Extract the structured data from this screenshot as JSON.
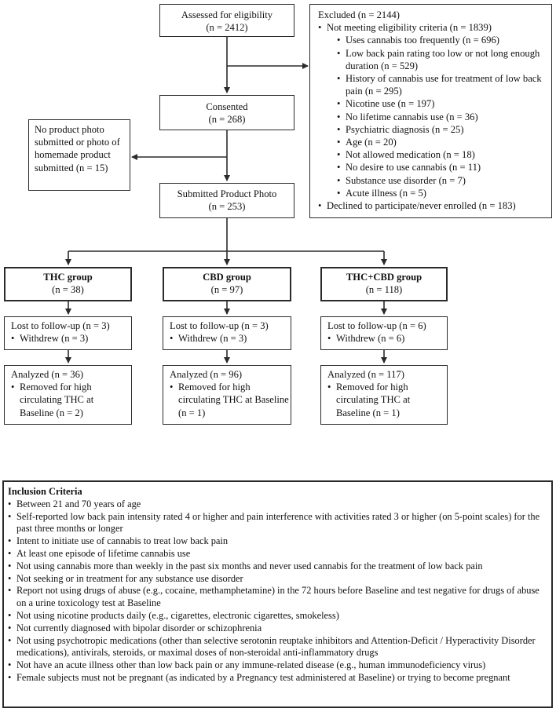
{
  "flow": {
    "assessed": {
      "title": "Assessed for eligibility",
      "count": "(n = 2412)"
    },
    "excluded": {
      "title": "Excluded (n = 2144)",
      "not_meeting": "Not meeting eligibility criteria (n = 1839)",
      "reasons": [
        "Uses cannabis too frequently (n = 696)",
        "Low back pain rating too low or not long enough duration (n = 529)",
        "History of cannabis use for treatment of low back pain (n = 295)",
        "Nicotine use (n = 197)",
        "No lifetime cannabis use (n = 36)",
        "Psychiatric diagnosis (n = 25)",
        "Age (n = 20)",
        "Not allowed medication (n = 18)",
        "No desire to use cannabis (n = 11)",
        "Substance use disorder (n = 7)",
        "Acute illness (n = 5)"
      ],
      "declined": "Declined to participate/never enrolled (n = 183)"
    },
    "consented": {
      "title": "Consented",
      "count": "(n = 268)"
    },
    "no_photo": {
      "text": "No product photo submitted or photo of homemade product submitted (n = 15)"
    },
    "submitted": {
      "title": "Submitted Product Photo",
      "count": "(n = 253)"
    },
    "groups": [
      {
        "name": "THC group",
        "count": "(n = 38)",
        "lost": "Lost to follow-up (n = 3)",
        "withdrew": "Withdrew (n = 3)",
        "analyzed": "Analyzed (n = 36)",
        "removed": "Removed for high circulating THC at Baseline (n = 2)"
      },
      {
        "name": "CBD group",
        "count": "(n = 97)",
        "lost": "Lost to follow-up (n = 3)",
        "withdrew": "Withdrew (n = 3)",
        "analyzed": "Analyzed (n = 96)",
        "removed": "Removed for high circulating THC at Baseline (n = 1)"
      },
      {
        "name": "THC+CBD group",
        "count": "(n = 118)",
        "lost": "Lost to follow-up (n = 6)",
        "withdrew": "Withdrew (n = 6)",
        "analyzed": "Analyzed (n = 117)",
        "removed": "Removed for high circulating THC at Baseline (n = 1)"
      }
    ]
  },
  "inclusion": {
    "title": "Inclusion Criteria",
    "items": [
      "Between 21 and 70 years of age",
      "Self-reported low back pain intensity rated 4 or higher and pain interference with activities rated 3 or higher (on 5-point scales) for the past three months or longer",
      "Intent to initiate use of cannabis to treat low back pain",
      "At least one episode of lifetime cannabis use",
      "Not using cannabis more than weekly in the past six months and never used cannabis for the treatment of low back pain",
      "Not seeking or in treatment for any substance use disorder",
      "Report not using drugs of abuse (e.g., cocaine, methamphetamine) in the 72 hours before Baseline and test negative for drugs of abuse on a urine toxicology test at Baseline",
      "Not using nicotine products daily (e.g., cigarettes, electronic cigarettes, smokeless)",
      "Not currently diagnosed with bipolar disorder or schizophrenia",
      "Not using psychotropic medications (other than selective serotonin reuptake inhibitors and Attention-Deficit / Hyperactivity Disorder medications), antivirals, steroids, or maximal doses of non-steroidal anti-inflammatory drugs",
      "Not have an acute illness other than low back pain or any immune-related disease (e.g., human immunodeficiency virus)",
      "Female subjects must not be pregnant (as indicated by a Pregnancy test administered at Baseline) or trying to become pregnant"
    ]
  }
}
